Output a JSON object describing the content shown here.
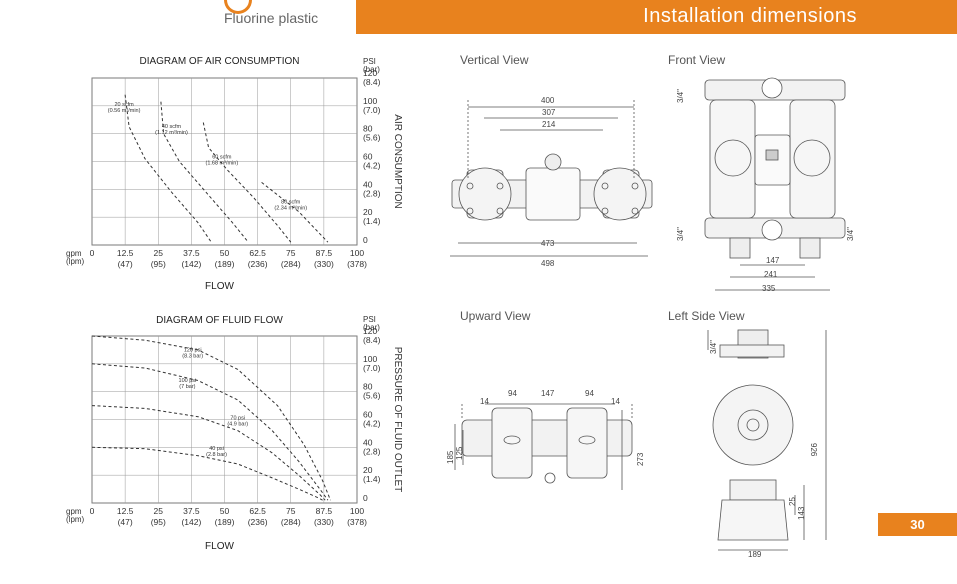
{
  "header": {
    "subtitle": "Fluorine plastic",
    "title": "Installation dimensions"
  },
  "page_number": "30",
  "chart_data": [
    {
      "type": "line",
      "title": "DIAGRAM OF AIR CONSUMPTION",
      "xlabel": "FLOW",
      "ylabel": "AIR CONSUMPTION",
      "x_units": [
        "gpm",
        "(lpm)"
      ],
      "x_ticks": [
        "0",
        "12.5",
        "25",
        "37.5",
        "50",
        "62.5",
        "75",
        "87.5",
        "100"
      ],
      "x_ticks_lpm": [
        "",
        "(47)",
        "(95)",
        "(142)",
        "(189)",
        "(236)",
        "(284)",
        "(330)",
        "(378)"
      ],
      "xlim": [
        0,
        100
      ],
      "y_units": [
        "PSI",
        "(bar)"
      ],
      "y_ticks": [
        "0",
        "20",
        "40",
        "60",
        "80",
        "100",
        "120"
      ],
      "y_ticks_bar": [
        "",
        "(1.4)",
        "(2.8)",
        "(4.2)",
        "(5.6)",
        "(7.0)",
        "(8.4)"
      ],
      "ylim": [
        0,
        120
      ],
      "grid": true,
      "curves": [
        {
          "label": [
            "20 scfm",
            "(0.56 m³/min)"
          ],
          "points": [
            [
              12.5,
              108
            ],
            [
              14,
              85
            ],
            [
              20,
              62
            ],
            [
              30,
              38
            ],
            [
              40,
              16
            ],
            [
              45,
              2
            ]
          ]
        },
        {
          "label": [
            "40 scfm",
            "(1.12 m³/min)"
          ],
          "points": [
            [
              26,
              103
            ],
            [
              27,
              80
            ],
            [
              33,
              60
            ],
            [
              43,
              38
            ],
            [
              53,
              16
            ],
            [
              59,
              2
            ]
          ]
        },
        {
          "label": [
            "60 scfm",
            "(1.68 m³/min)"
          ],
          "points": [
            [
              42,
              88
            ],
            [
              44,
              70
            ],
            [
              51,
              54
            ],
            [
              61,
              34
            ],
            [
              70,
              14
            ],
            [
              75,
              2
            ]
          ]
        },
        {
          "label": [
            "80 scfm",
            "(2.34 m³/min)"
          ],
          "points": [
            [
              64,
              45
            ],
            [
              70,
              36
            ],
            [
              78,
              24
            ],
            [
              84,
              12
            ],
            [
              89,
              2
            ]
          ]
        }
      ]
    },
    {
      "type": "line",
      "title": "DIAGRAM OF FLUID FLOW",
      "xlabel": "FLOW",
      "ylabel": "PRESSURE OF FLUID OUTLET",
      "x_units": [
        "gpm",
        "(lpm)"
      ],
      "x_ticks": [
        "0",
        "12.5",
        "25",
        "37.5",
        "50",
        "62.5",
        "75",
        "87.5",
        "100"
      ],
      "x_ticks_lpm": [
        "",
        "(47)",
        "(95)",
        "(142)",
        "(189)",
        "(236)",
        "(284)",
        "(330)",
        "(378)"
      ],
      "xlim": [
        0,
        100
      ],
      "y_units": [
        "PSI",
        "(bar)"
      ],
      "y_ticks": [
        "0",
        "20",
        "40",
        "60",
        "80",
        "100",
        "120"
      ],
      "y_ticks_bar": [
        "",
        "(1.4)",
        "(2.8)",
        "(4.2)",
        "(5.6)",
        "(7.0)",
        "(8.4)"
      ],
      "ylim": [
        0,
        120
      ],
      "grid": true,
      "curves": [
        {
          "label": [
            "120 psi",
            "(8.3 bar)"
          ],
          "points": [
            [
              0,
              120
            ],
            [
              20,
              117
            ],
            [
              40,
              110
            ],
            [
              55,
              96
            ],
            [
              70,
              70
            ],
            [
              80,
              42
            ],
            [
              87,
              16
            ],
            [
              90,
              2
            ]
          ]
        },
        {
          "label": [
            "100 psi",
            "(7 bar)"
          ],
          "points": [
            [
              0,
              100
            ],
            [
              20,
              97
            ],
            [
              40,
              88
            ],
            [
              55,
              74
            ],
            [
              68,
              52
            ],
            [
              78,
              30
            ],
            [
              86,
              10
            ],
            [
              89,
              2
            ]
          ]
        },
        {
          "label": [
            "70 psi",
            "(4.9 bar)"
          ],
          "points": [
            [
              0,
              70
            ],
            [
              20,
              68
            ],
            [
              40,
              62
            ],
            [
              55,
              52
            ],
            [
              68,
              36
            ],
            [
              78,
              20
            ],
            [
              86,
              6
            ],
            [
              88,
              2
            ]
          ]
        },
        {
          "label": [
            "40 psi",
            "(2.8 bar)"
          ],
          "points": [
            [
              0,
              40
            ],
            [
              20,
              39
            ],
            [
              40,
              34
            ],
            [
              55,
              28
            ],
            [
              68,
              18
            ],
            [
              78,
              10
            ],
            [
              85,
              4
            ],
            [
              87,
              2
            ]
          ]
        }
      ]
    }
  ],
  "views": {
    "vertical": {
      "title": "Vertical View",
      "dims": [
        "400",
        "307",
        "214",
        "473",
        "498"
      ]
    },
    "front": {
      "title": "Front View",
      "dims": [
        "3/4\"",
        "147",
        "241",
        "335",
        "3/4\"",
        "3/4\""
      ]
    },
    "upward": {
      "title": "Upward View",
      "dims": [
        "14",
        "94",
        "147",
        "94",
        "14",
        "185",
        "125",
        "273"
      ]
    },
    "left": {
      "title": "Left Side View",
      "dims": [
        "3/4\"",
        "926",
        "143",
        "25",
        "189"
      ]
    }
  }
}
